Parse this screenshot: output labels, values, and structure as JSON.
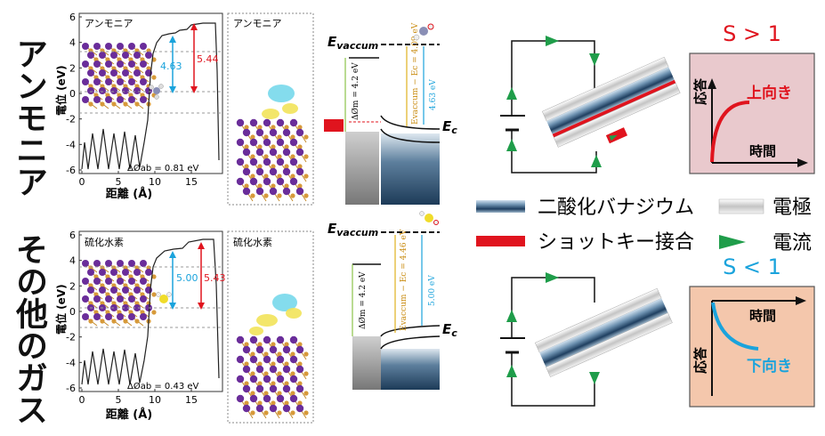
{
  "rows": [
    {
      "row_label": "アンモニア",
      "panel_title": "アンモニア",
      "iso_title": "アンモニア",
      "y_label": "電位 (eV)",
      "x_label": "距離 (Å)",
      "x_ticks": [
        "0",
        "5",
        "10",
        "15"
      ],
      "y_ticks": [
        "6",
        "4",
        "2",
        "0",
        "-2",
        "-4",
        "-6"
      ],
      "val_blue": "4.63",
      "val_red": "5.44",
      "delta": "ΔØab = 0.81 eV",
      "band_evac": "E",
      "band_evac_sub": "vaccum",
      "band_dphi": "ΔØm = 4.2 eV",
      "band_mid": "Evaccum − Ec = 4.09 eV",
      "band_right": "4.63 eV",
      "band_ec": "E",
      "band_ec_sub": "c"
    },
    {
      "row_label": "その他のガス",
      "panel_title": "硫化水素",
      "iso_title": "硫化水素",
      "y_label": "電位 (eV)",
      "x_label": "距離 (Å)",
      "x_ticks": [
        "0",
        "5",
        "10",
        "15"
      ],
      "y_ticks": [
        "6",
        "4",
        "2",
        "0",
        "-2",
        "-4",
        "-6"
      ],
      "val_blue": "5.00",
      "val_red": "5.43",
      "delta": "ΔØab = 0.43 eV",
      "band_evac": "E",
      "band_evac_sub": "vaccum",
      "band_dphi": "ΔØm = 4.2 eV",
      "band_mid": "Evaccum − Ec = 4.46 eV",
      "band_right": "5.00 eV",
      "band_ec": "E",
      "band_ec_sub": "c"
    }
  ],
  "legend": {
    "vo2": "二酸化バナジウム",
    "electrode": "電極",
    "schottky": "ショットキー接合",
    "current": "電流"
  },
  "response": {
    "top": {
      "s_label": "S > 1",
      "direction": "上向き",
      "y_axis": "応答",
      "x_axis": "時間"
    },
    "bottom": {
      "s_label": "S < 1",
      "direction": "下向き",
      "y_axis": "応答",
      "x_axis": "時間"
    }
  },
  "colors": {
    "blue": "#1aa3dc",
    "red": "#e0141e",
    "green": "#1f9d4a",
    "pink_bg": "#e9c9cd",
    "peach_bg": "#f4c7ac",
    "s_up": "#e0141e",
    "s_down": "#1aa3dc"
  }
}
